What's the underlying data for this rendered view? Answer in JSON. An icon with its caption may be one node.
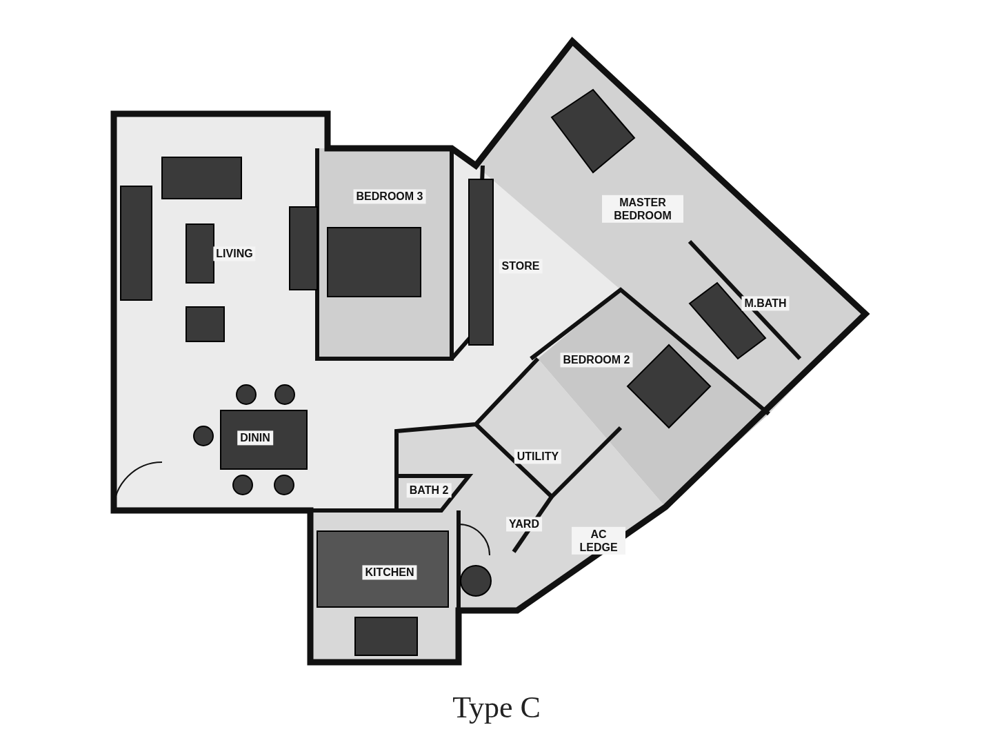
{
  "diagram": {
    "title": "Type C",
    "labels": [
      "BEDROOM 3",
      "LIVING",
      "MASTER BEDROOM",
      "STORE",
      "M.BATH",
      "BEDROOM 2",
      "DININ",
      "UTILITY",
      "BATH 2",
      "YARD",
      "AC LEDGE",
      "KITCHEN"
    ]
  }
}
